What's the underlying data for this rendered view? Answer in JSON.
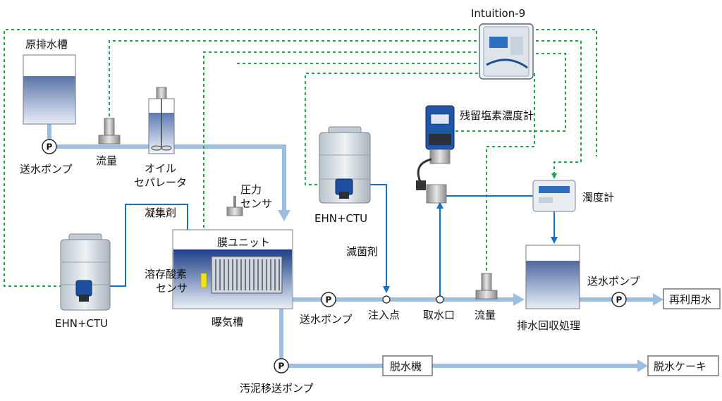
{
  "labels": {
    "controller": "Intuition-9",
    "raw_tank": "原排水槽",
    "feed_pump_1": "送水ポンプ",
    "flow_1": "流量",
    "oil_sep_1": "オイル",
    "oil_sep_2": "セパレータ",
    "pressure_1": "圧力",
    "pressure_2": "センサ",
    "coagulant": "凝集剤",
    "membrane_unit": "膜ユニット",
    "do_sensor_1": "溶存酸素",
    "do_sensor_2": "センサ",
    "aeration_tank": "曝気槽",
    "ehn_ctu_left": "EHN+CTU",
    "ehn_ctu_center": "EHN+CTU",
    "disinfectant": "滅菌剤",
    "feed_pump_2": "送水ポンプ",
    "injection_point": "注入点",
    "intake": "取水口",
    "flow_2": "流量",
    "chlorine_meter": "残留塩素濃度計",
    "turbidity_meter": "濁度計",
    "recovery": "排水回収処理",
    "feed_pump_3": "送水ポンプ",
    "reuse_water": "再利用水",
    "dehydrator": "脱水機",
    "sludge_pump": "汚泥移送ポンプ",
    "cake": "脱水ケーキ",
    "pump_symbol": "P"
  },
  "colors": {
    "pipe": "#9cbfe0",
    "signal": "#1aa84a",
    "dosing_line": "#1a6fbf",
    "liquid_dark": "#1d3f85",
    "sensor_yellow": "#f2e21a"
  }
}
